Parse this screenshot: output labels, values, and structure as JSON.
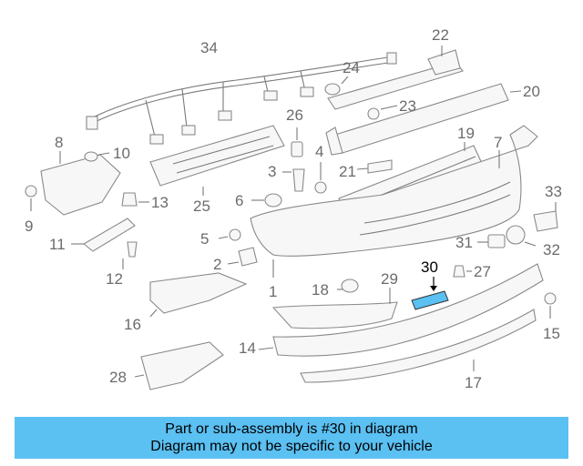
{
  "diagram": {
    "callouts": [
      "1",
      "2",
      "3",
      "4",
      "5",
      "6",
      "7",
      "8",
      "9",
      "10",
      "11",
      "12",
      "13",
      "14",
      "15",
      "16",
      "17",
      "18",
      "19",
      "20",
      "21",
      "22",
      "23",
      "24",
      "25",
      "26",
      "27",
      "28",
      "29",
      "30",
      "31",
      "32",
      "33",
      "34"
    ],
    "highlighted_callout": "30",
    "highlight_color": "#5bc0f2"
  },
  "banner": {
    "line1": "Part or sub-assembly is #30 in diagram",
    "line2": "Diagram may not be specific to your vehicle",
    "background": "#5bc0f2"
  }
}
